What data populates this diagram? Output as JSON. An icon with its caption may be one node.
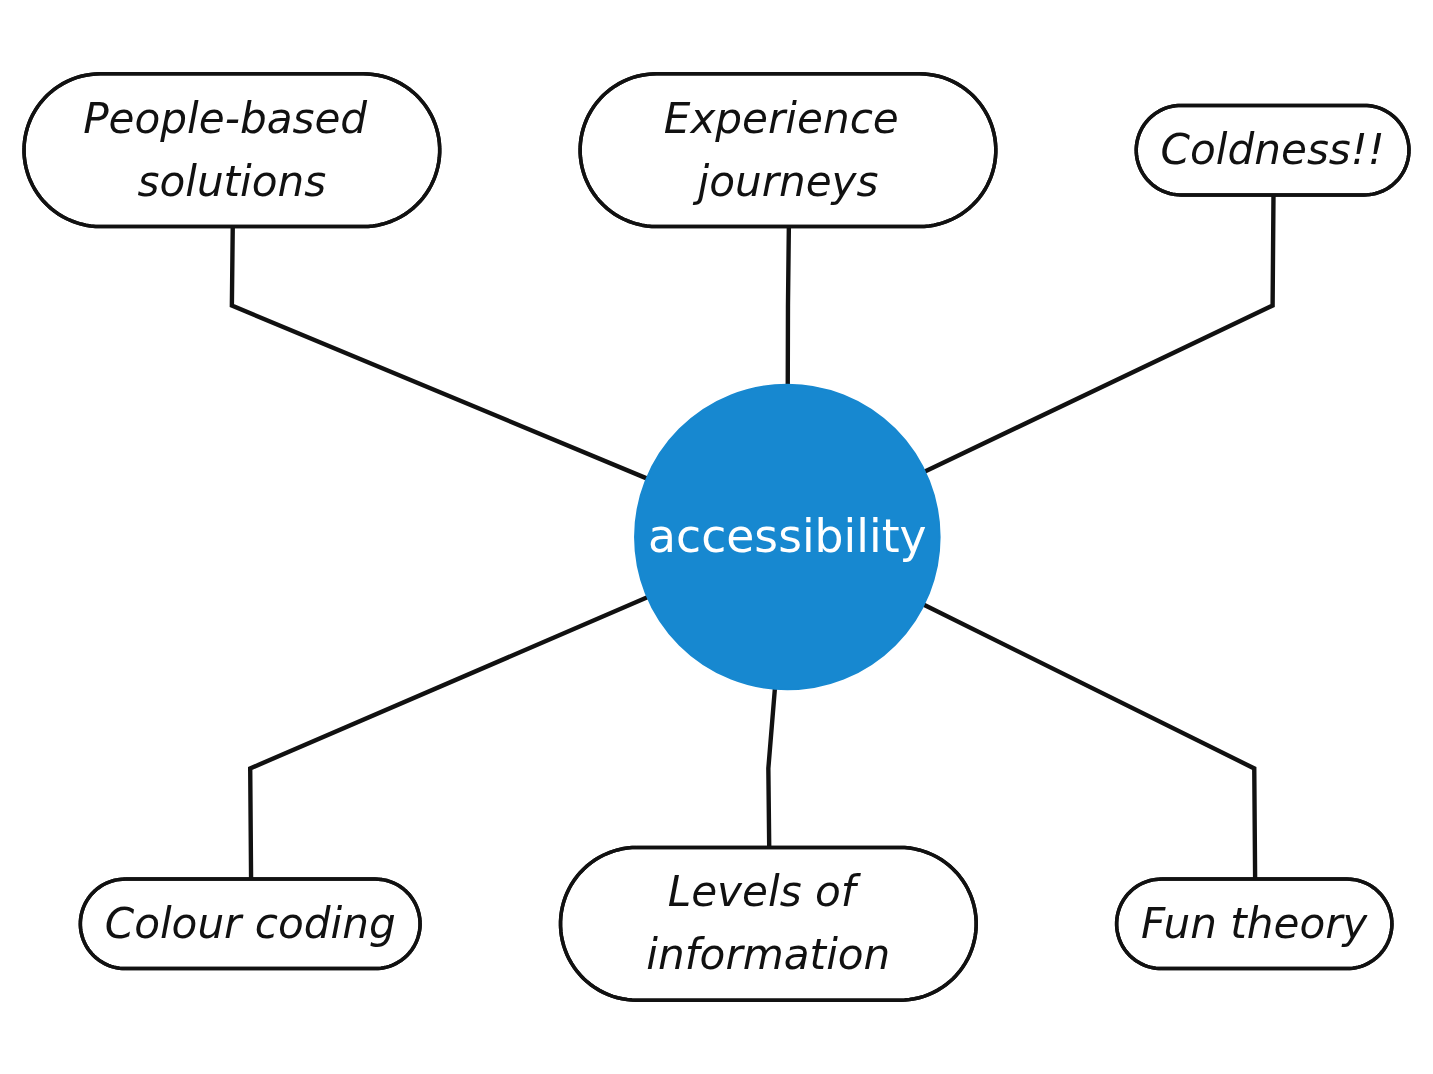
{
  "diagram": {
    "nodes": [
      {
        "text": [
          "People-based solutions"
        ]
      },
      {
        "text": [
          "Experience journeys"
        ]
      },
      {
        "text": [
          "Coldness!!"
        ]
      },
      {
        "text": [
          "accessibility"
        ]
      },
      {
        "text": [
          "Colour coding"
        ]
      },
      {
        "text": [
          "Levels of information"
        ]
      },
      {
        "text": [
          "Fun theory"
        ]
      }
    ],
    "edges": [
      {
        "from": 0,
        "to": 3,
        "arrow": "none"
      },
      {
        "from": 1,
        "to": 3,
        "arrow": "none"
      },
      {
        "from": 2,
        "to": 3,
        "arrow": "none"
      },
      {
        "from": 3,
        "to": 4,
        "arrow": "none"
      },
      {
        "from": 3,
        "to": 5,
        "arrow": "none"
      },
      {
        "from": 3,
        "to": 6,
        "arrow": "none"
      }
    ]
  }
}
